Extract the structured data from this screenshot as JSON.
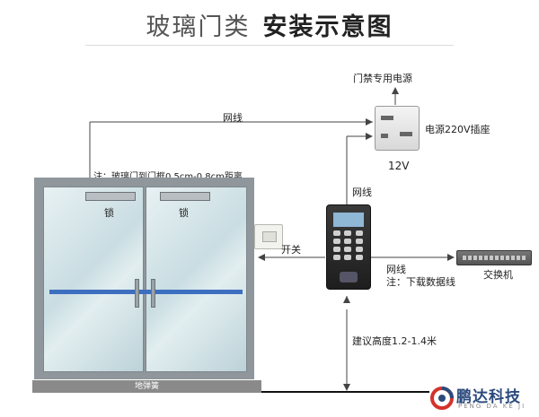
{
  "title": {
    "light": "玻璃门类",
    "bold": "安装示意图"
  },
  "labels": {
    "access_power": "门禁专用电源",
    "network_top": "网线",
    "power_socket": "电源220V插座",
    "voltage": "12V",
    "glass_gap_note": "注：玻璃门到门框0.5cm-0.8cm距离",
    "lock_left": "锁",
    "lock_right": "锁",
    "network_mid": "网线",
    "switch_label": "开关",
    "network_right": "网线",
    "download_note": "注：下载数据线",
    "network_switch": "交换机",
    "install_height": "建议高度1.2-1.4米",
    "floor_spring": "地弹簧"
  },
  "logo": {
    "name": "鹏达科技",
    "sub": "PENG DA KE JI"
  },
  "colors": {
    "handle_bar": "#3d6fc0",
    "logo_red": "#d4322c",
    "logo_blue": "#2b4a7c",
    "wire": "#444444"
  }
}
